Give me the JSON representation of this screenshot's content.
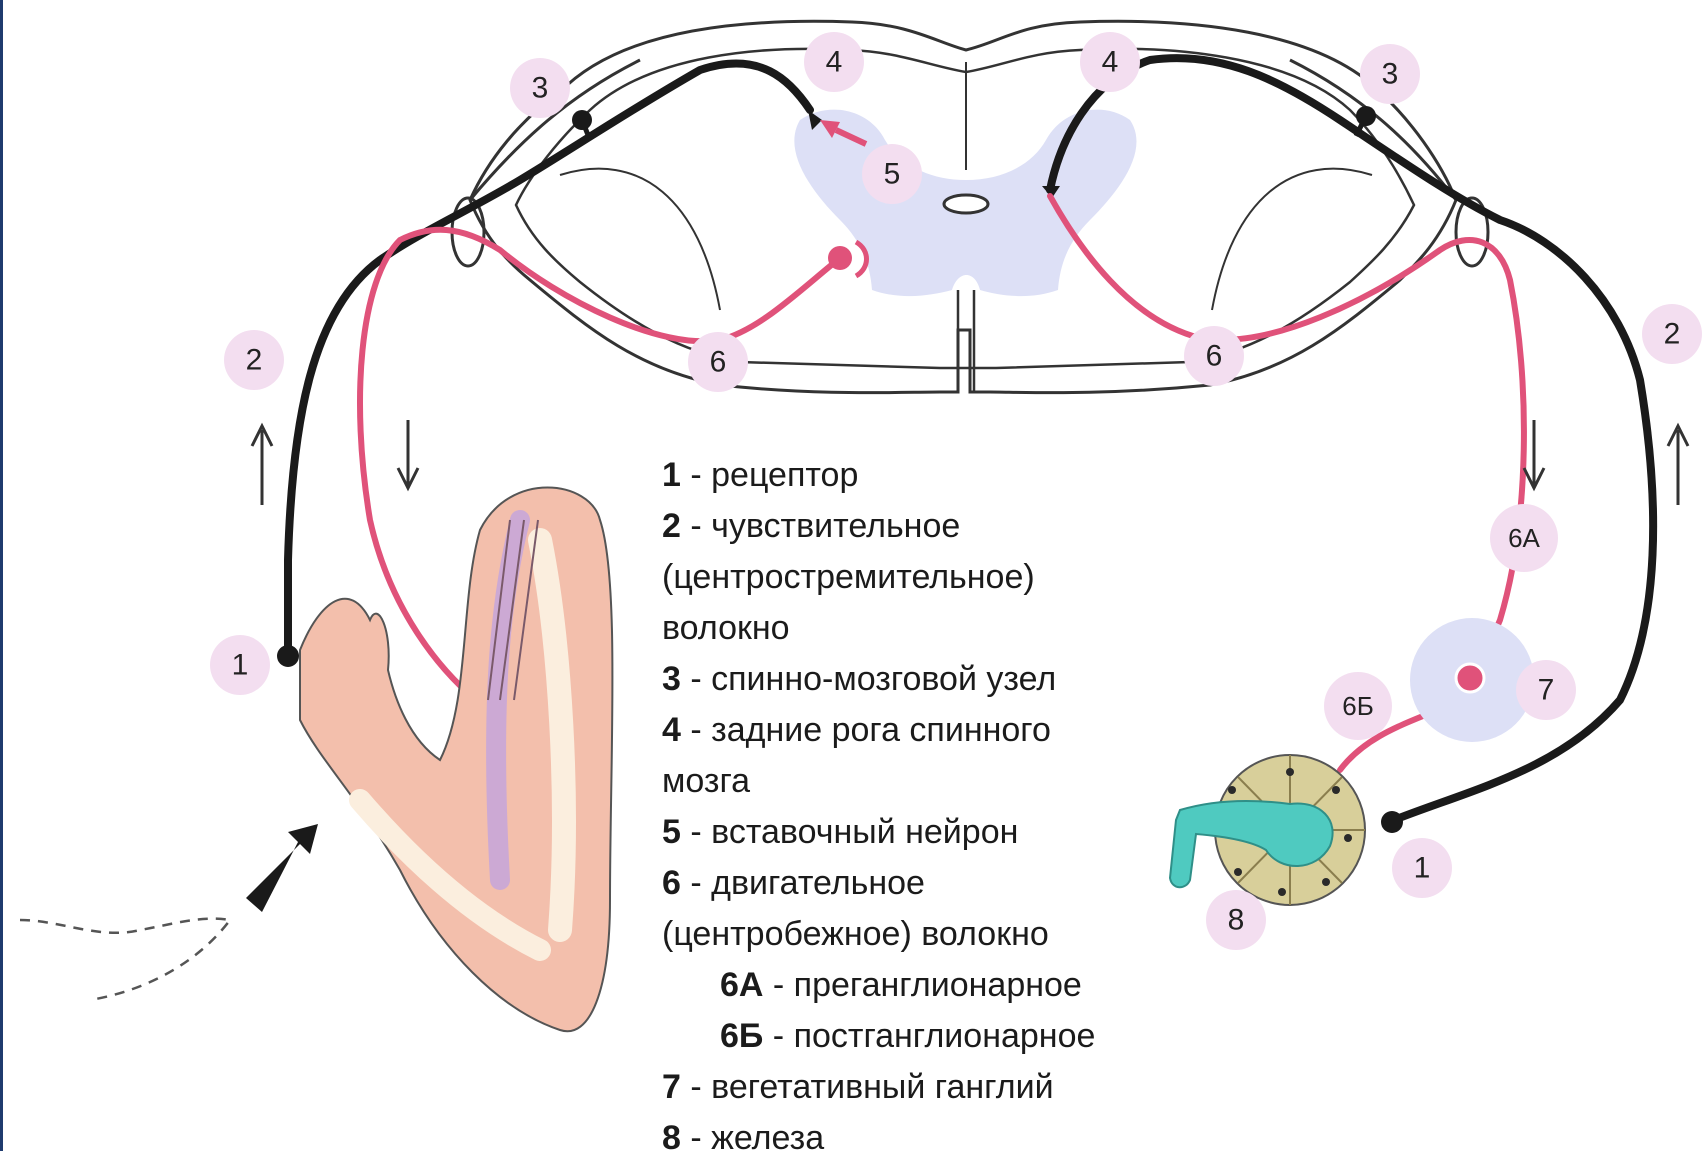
{
  "diagram": {
    "labels": {
      "l1_left": "1",
      "l1_right": "1",
      "l2_left": "2",
      "l2_right": "2",
      "l3_left": "3",
      "l3_right": "3",
      "l4_left": "4",
      "l4_right": "4",
      "l5": "5",
      "l6_left": "6",
      "l6_right": "6",
      "l6a": "6А",
      "l6b": "6Б",
      "l7": "7",
      "l8": "8"
    },
    "legend": [
      {
        "num": "1",
        "text": " - рецептор",
        "indent": false
      },
      {
        "num": "2",
        "text": " - чувствительное",
        "indent": false
      },
      {
        "num": "",
        "text": "(центростремительное)",
        "indent": false
      },
      {
        "num": "",
        "text": "волокно",
        "indent": false
      },
      {
        "num": "3",
        "text": " - спинно-мозговой узел",
        "indent": false
      },
      {
        "num": "4",
        "text": " - задние рога спинного",
        "indent": false
      },
      {
        "num": "",
        "text": "мозга",
        "indent": false
      },
      {
        "num": "5",
        "text": " - вставочный нейрон",
        "indent": false
      },
      {
        "num": "6",
        "text": " - двигательное",
        "indent": false
      },
      {
        "num": "",
        "text": "(центробежное) волокно",
        "indent": false
      },
      {
        "num": "6А",
        "text": " - преганглионарное",
        "indent": true
      },
      {
        "num": "6Б",
        "text": " - постганглионарное",
        "indent": true
      },
      {
        "num": "7",
        "text": " - вегетативный ганглий",
        "indent": false
      },
      {
        "num": "8",
        "text": " - железа",
        "indent": false
      }
    ],
    "colors": {
      "sensory_fiber": "#1a1a1a",
      "motor_fiber": "#e0527a",
      "label_bubble": "#f3def0",
      "gray_matter": "#dde0f6",
      "skin": "#f3bfac",
      "bone": "#fbeede",
      "gland": "#d8cf9a",
      "secretion": "#4fcac0",
      "frame": "#1f3b6e"
    }
  }
}
